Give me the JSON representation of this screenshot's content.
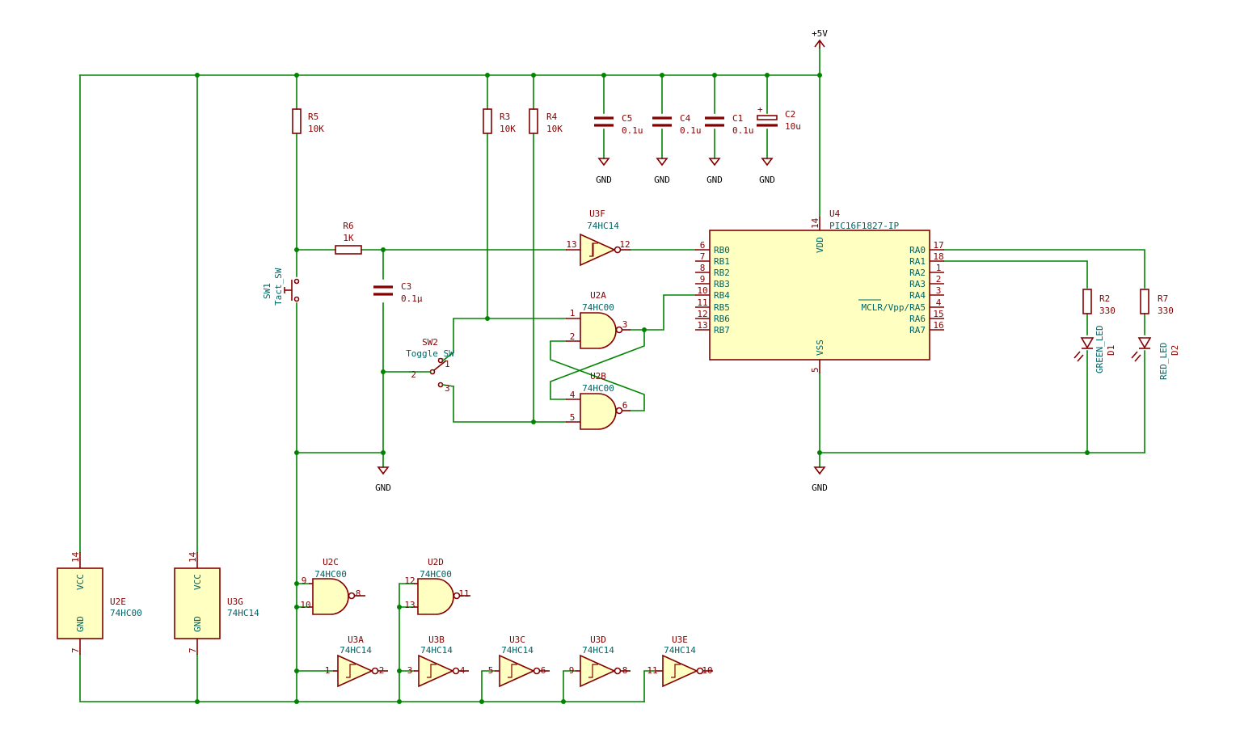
{
  "power": {
    "vcc": "+5V",
    "gnd": "GND"
  },
  "resistors": {
    "r5": {
      "ref": "R5",
      "value": "10K"
    },
    "r3": {
      "ref": "R3",
      "value": "10K"
    },
    "r4": {
      "ref": "R4",
      "value": "10K"
    },
    "r6": {
      "ref": "R6",
      "value": "1K"
    },
    "r2": {
      "ref": "R2",
      "value": "330"
    },
    "r7": {
      "ref": "R7",
      "value": "330"
    }
  },
  "capacitors": {
    "c5": {
      "ref": "C5",
      "value": "0.1u"
    },
    "c4": {
      "ref": "C4",
      "value": "0.1u"
    },
    "c1": {
      "ref": "C1",
      "value": "0.1u"
    },
    "c2": {
      "ref": "C2",
      "value": "10u",
      "polarity": "+"
    },
    "c3": {
      "ref": "C3",
      "value": "0.1μ"
    }
  },
  "switches": {
    "sw1": {
      "ref": "SW1",
      "value": "Tact_SW"
    },
    "sw2": {
      "ref": "SW2",
      "value": "Toggle_SW",
      "pins": [
        "1",
        "2",
        "3"
      ]
    }
  },
  "leds": {
    "d1": {
      "ref": "D1",
      "value": "GREEN_LED"
    },
    "d2": {
      "ref": "D2",
      "value": "RED_LED"
    }
  },
  "mcu": {
    "ref": "U4",
    "value": "PIC16F1827-IP",
    "left_pins": [
      {
        "num": "6",
        "name": "RB0"
      },
      {
        "num": "7",
        "name": "RB1"
      },
      {
        "num": "8",
        "name": "RB2"
      },
      {
        "num": "9",
        "name": "RB3"
      },
      {
        "num": "10",
        "name": "RB4"
      },
      {
        "num": "11",
        "name": "RB5"
      },
      {
        "num": "12",
        "name": "RB6"
      },
      {
        "num": "13",
        "name": "RB7"
      }
    ],
    "right_pins": [
      {
        "num": "17",
        "name": "RA0"
      },
      {
        "num": "18",
        "name": "RA1"
      },
      {
        "num": "1",
        "name": "RA2"
      },
      {
        "num": "2",
        "name": "RA3"
      },
      {
        "num": "3",
        "name": "RA4"
      },
      {
        "num": "4",
        "name": "MCLR/Vpp/RA5"
      },
      {
        "num": "15",
        "name": "RA6"
      },
      {
        "num": "16",
        "name": "RA7"
      }
    ],
    "vdd": {
      "num": "14",
      "name": "VDD"
    },
    "vss": {
      "num": "5",
      "name": "VSS"
    }
  },
  "gates": {
    "u3f": {
      "ref": "U3F",
      "value": "74HC14",
      "in": "13",
      "out": "12"
    },
    "u2a": {
      "ref": "U2A",
      "value": "74HC00",
      "in1": "1",
      "in2": "2",
      "out": "3"
    },
    "u2b": {
      "ref": "U2B",
      "value": "74HC00",
      "in1": "4",
      "in2": "5",
      "out": "6"
    },
    "u2c": {
      "ref": "U2C",
      "value": "74HC00",
      "in1": "9",
      "in2": "10",
      "out": "8"
    },
    "u2d": {
      "ref": "U2D",
      "value": "74HC00",
      "in1": "12",
      "in2": "13",
      "out": "11"
    },
    "u3a": {
      "ref": "U3A",
      "value": "74HC14",
      "in": "1",
      "out": "2"
    },
    "u3b": {
      "ref": "U3B",
      "value": "74HC14",
      "in": "3",
      "out": "4"
    },
    "u3c": {
      "ref": "U3C",
      "value": "74HC14",
      "in": "5",
      "out": "6"
    },
    "u3d": {
      "ref": "U3D",
      "value": "74HC14",
      "in": "9",
      "out": "8"
    },
    "u3e": {
      "ref": "U3E",
      "value": "74HC14",
      "in": "11",
      "out": "10"
    }
  },
  "power_units": {
    "u2e": {
      "ref": "U2E",
      "value": "74HC00",
      "vcc_pin": "14",
      "gnd_pin": "7",
      "vcc_label": "VCC",
      "gnd_label": "GND"
    },
    "u3g": {
      "ref": "U3G",
      "value": "74HC14",
      "vcc_pin": "14",
      "gnd_pin": "7",
      "vcc_label": "VCC",
      "gnd_label": "GND"
    }
  }
}
